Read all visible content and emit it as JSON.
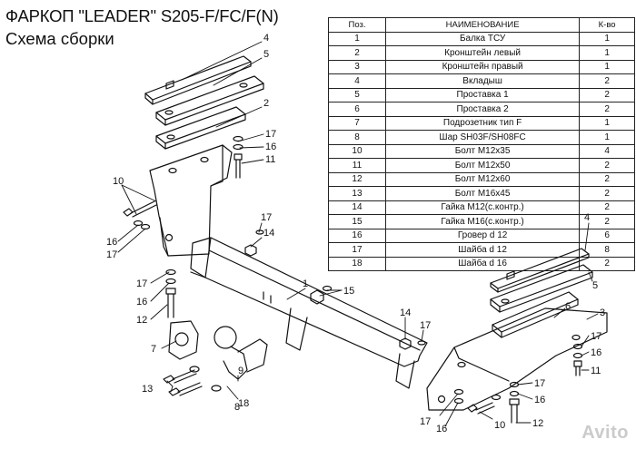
{
  "header": {
    "title": "ФАРКОП \"LEADER\" S205-F/FC/F(N)",
    "subtitle": "Схема сборки"
  },
  "parts_table": {
    "headers": [
      "Поз.",
      "НАИМЕНОВАНИЕ",
      "К-во"
    ],
    "rows": [
      [
        "1",
        "Балка ТСУ",
        "1"
      ],
      [
        "2",
        "Кронштейн левый",
        "1"
      ],
      [
        "3",
        "Кронштейн правый",
        "1"
      ],
      [
        "4",
        "Вкладыш",
        "2"
      ],
      [
        "5",
        "Проставка 1",
        "2"
      ],
      [
        "6",
        "Проставка 2",
        "2"
      ],
      [
        "7",
        "Подрозетник тип F",
        "1"
      ],
      [
        "8",
        "Шар SH03F/SH08FC",
        "1"
      ],
      [
        "10",
        "Болт М12х35",
        "4"
      ],
      [
        "11",
        "Болт М12х50",
        "2"
      ],
      [
        "12",
        "Болт М12х60",
        "2"
      ],
      [
        "13",
        "Болт М16х45",
        "2"
      ],
      [
        "14",
        "Гайка М12(с.контр.)",
        "2"
      ],
      [
        "15",
        "Гайка  М16(с.контр.)",
        "2"
      ],
      [
        "16",
        "Гровер d 12",
        "6"
      ],
      [
        "17",
        "Шайба d 12",
        "8"
      ],
      [
        "18",
        "Шайба d 16",
        "2"
      ]
    ]
  },
  "callouts": {
    "c4a": "4",
    "c5a": "5",
    "c2": "2",
    "c17a": "17",
    "c16a": "16",
    "c11a": "11",
    "c10a": "10",
    "c16b": "16",
    "c17b": "17",
    "c17c": "17",
    "c14a": "14",
    "c17d": "17",
    "c16c": "16",
    "c12a": "12",
    "c1": "1",
    "c15": "15",
    "c7": "7",
    "c8": "8",
    "c9": "9",
    "c13": "13",
    "c18": "18",
    "c14b": "14",
    "c17e": "17",
    "c4b": "4",
    "c5b": "5",
    "c6": "6",
    "c3": "3",
    "c17f": "17",
    "c16d": "16",
    "c11b": "11",
    "c17g": "17",
    "c16e": "16",
    "c17h": "17",
    "c16f": "16",
    "c10b": "10",
    "c12b": "12"
  },
  "watermark": "Avito",
  "colors": {
    "line": "#111111",
    "background": "#ffffff",
    "table_border": "#222222"
  }
}
